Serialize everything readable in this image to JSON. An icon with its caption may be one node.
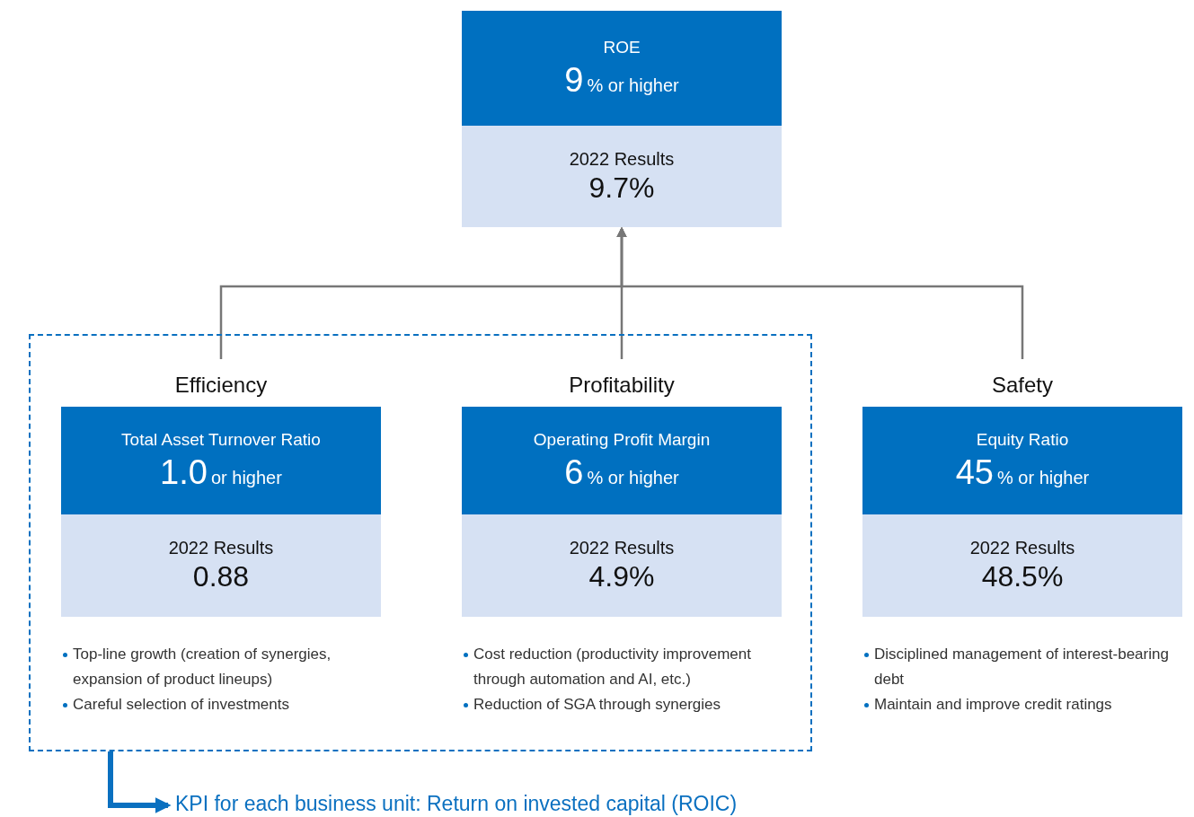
{
  "diagram": {
    "nodes": [
      {
        "text": [
          "ROE",
          "9",
          "% or higher",
          "2022 Results",
          "9.7%"
        ]
      },
      {
        "text": [],
        "shape": "box"
      },
      {
        "text": [
          "Efficiency",
          "Total Asset Turnover Ratio",
          "1.0",
          "or higher",
          "2022 Results",
          "0.88"
        ],
        "in": 1,
        "beside": [
          "Top-line growth (creation of synergies, expansion of product lineups)",
          "Careful selection of investments"
        ]
      },
      {
        "text": [
          "Profitability",
          "Operating Profit Margin",
          "6",
          "% or higher",
          "2022 Results",
          "4.9%"
        ],
        "in": 1,
        "beside": [
          "Cost reduction (productivity improvement through automation and AI, etc.)",
          "Reduction of SGA through synergies"
        ]
      },
      {
        "text": [
          "Safety",
          "Equity Ratio",
          "45",
          "% or higher",
          "2022 Results",
          "48.5%"
        ],
        "beside": [
          "Disciplined management of interest-bearing debt",
          "Maintain and improve credit ratings"
        ]
      },
      {
        "text": [
          "KPI for each business unit: Return on invested capital (ROIC)"
        ]
      }
    ],
    "edges": [
      {
        "from": 2,
        "to": 0,
        "arrow": "to"
      },
      {
        "from": 3,
        "to": 0,
        "arrow": "to"
      },
      {
        "from": 4,
        "to": 0,
        "arrow": "to"
      },
      {
        "from": 1,
        "to": 5,
        "arrow": "to",
        "style": "thick",
        "color": "#0a70c0"
      }
    ]
  }
}
